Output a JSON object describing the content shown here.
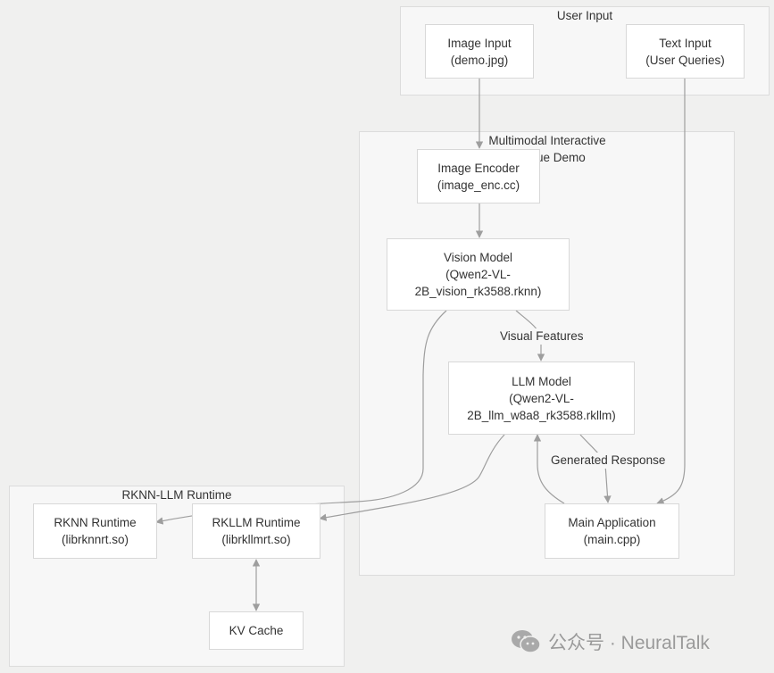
{
  "groups": {
    "user_input": "User Input",
    "multimodal_line1": "Multimodal Interactive",
    "multimodal_line2": "ue Demo",
    "runtime": "RKNN-LLM Runtime"
  },
  "nodes": {
    "image_input": "Image Input\n(demo.jpg)",
    "text_input": "Text Input\n(User Queries)",
    "image_encoder": "Image Encoder\n(image_enc.cc)",
    "vision_model": "Vision Model\n(Qwen2-VL-\n2B_vision_rk3588.rknn)",
    "llm_model": "LLM Model\n(Qwen2-VL-\n2B_llm_w8a8_rk3588.rkllm)",
    "main_app": "Main Application\n(main.cpp)",
    "rknn_runtime": "RKNN Runtime\n(librknnrt.so)",
    "rkllm_runtime": "RKLLM Runtime\n(librkllmrt.so)",
    "kv_cache": "KV Cache"
  },
  "edge_labels": {
    "visual_features": "Visual Features",
    "generated_response": "Generated Response"
  },
  "watermark": {
    "icon": "wechat-icon",
    "text": "公众号 · NeuralTalk"
  },
  "colors": {
    "background": "#f0f0ef",
    "group_fill": "#f7f7f7",
    "node_fill": "#ffffff",
    "edge": "#9e9e9e",
    "watermark": "#9a9a9a"
  }
}
